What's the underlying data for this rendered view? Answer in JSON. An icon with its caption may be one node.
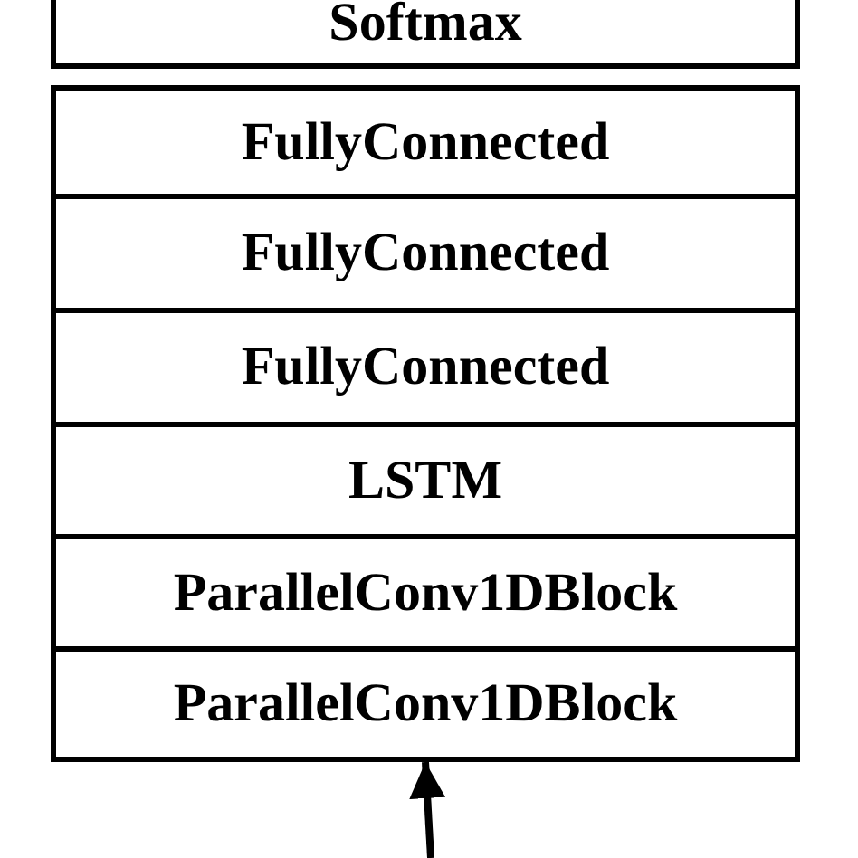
{
  "diagram": {
    "nodes": [
      {
        "text": [
          "Softmax"
        ]
      },
      {
        "text": [
          "FullyConnected"
        ]
      },
      {
        "text": [
          "FullyConnected"
        ]
      },
      {
        "text": [
          "FullyConnected"
        ]
      },
      {
        "text": [
          "LSTM"
        ]
      },
      {
        "text": [
          "ParallelConv1DBlock"
        ]
      },
      {
        "text": [
          "ParallelConv1DBlock"
        ]
      }
    ],
    "edges": [
      {
        "from": null,
        "to": 6,
        "arrow": "to"
      }
    ]
  }
}
